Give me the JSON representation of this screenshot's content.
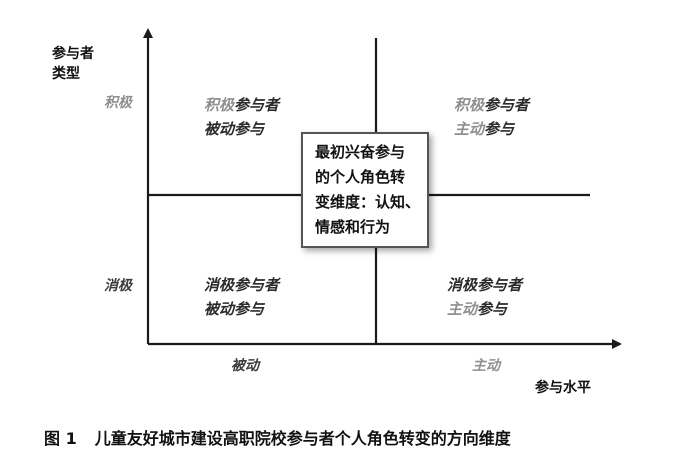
{
  "y_axis": {
    "title_line1": "参与者",
    "title_line2": "类型",
    "top_label": "积极",
    "bottom_label": "消极"
  },
  "x_axis": {
    "title": "参与水平",
    "left_label": "被动",
    "right_label": "主动"
  },
  "quadrants": {
    "top_left": {
      "line1": [
        {
          "text": "积极",
          "tone": "pos"
        },
        {
          "text": "参与者",
          "tone": "neg"
        }
      ],
      "line2": [
        {
          "text": "被动",
          "tone": "neg"
        },
        {
          "text": "参与",
          "tone": "neg"
        }
      ]
    },
    "top_right": {
      "line1": [
        {
          "text": "积极",
          "tone": "pos"
        },
        {
          "text": "参与者",
          "tone": "neg"
        }
      ],
      "line2": [
        {
          "text": "主动",
          "tone": "pos"
        },
        {
          "text": "参与",
          "tone": "neg"
        }
      ]
    },
    "bottom_left": {
      "line1": [
        {
          "text": "消极",
          "tone": "neg"
        },
        {
          "text": "参与者",
          "tone": "neg"
        }
      ],
      "line2": [
        {
          "text": "被动",
          "tone": "neg"
        },
        {
          "text": "参与",
          "tone": "neg"
        }
      ]
    },
    "bottom_right": {
      "line1": [
        {
          "text": "消极",
          "tone": "neg"
        },
        {
          "text": "参与者",
          "tone": "neg"
        }
      ],
      "line2": [
        {
          "text": "主动",
          "tone": "pos"
        },
        {
          "text": "参与",
          "tone": "neg"
        }
      ]
    }
  },
  "center_box": {
    "lines": [
      "最初兴奋参与",
      "的个人角色转",
      "变维度：认知、",
      "情感和行为"
    ]
  },
  "caption": {
    "figure_number": "图 1",
    "text": "儿童友好城市建设高职院校参与者个人角色转变的方向维度"
  },
  "colors": {
    "axis": "#1a1a1a",
    "positive_term": "#8f8f8f",
    "negative_term": "#2b2b2b"
  }
}
